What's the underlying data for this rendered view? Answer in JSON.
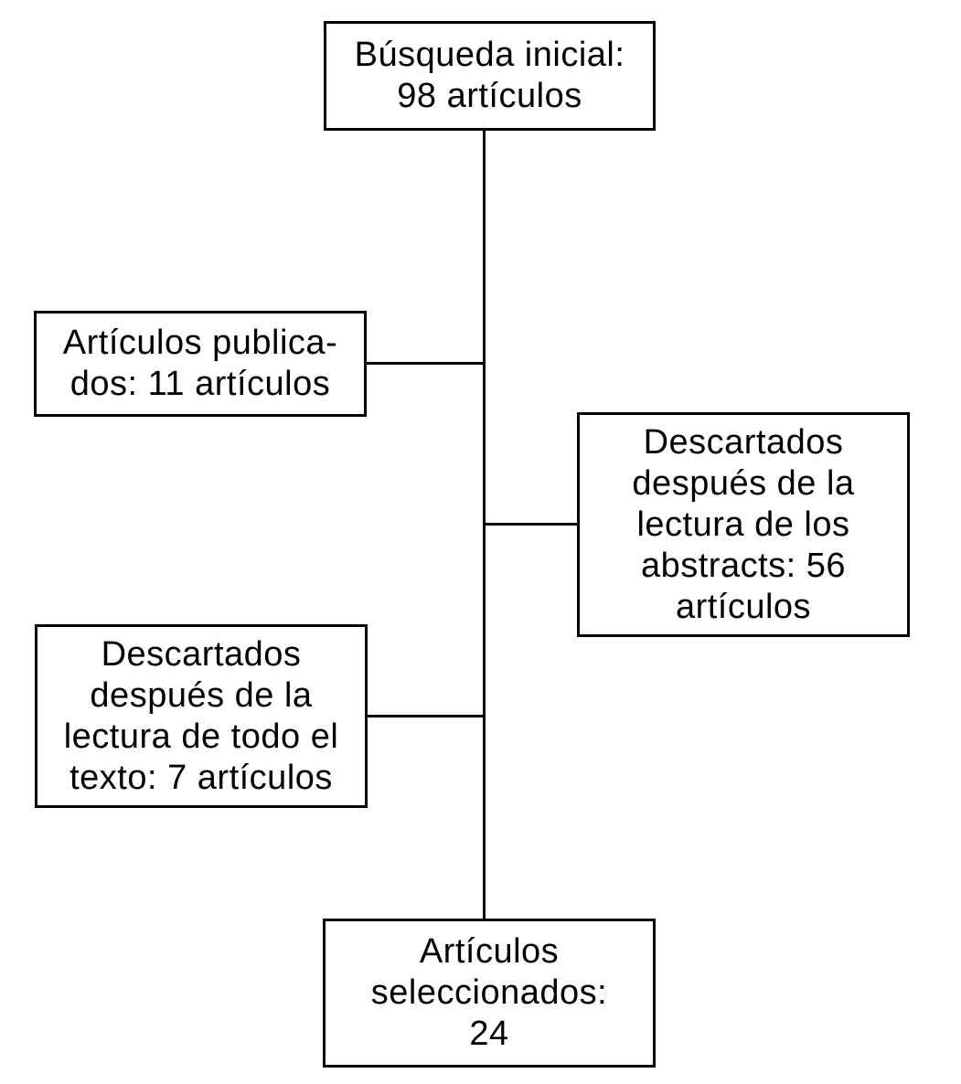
{
  "diagram": {
    "type": "flowchart",
    "background_color": "#ffffff",
    "line_color": "#000000",
    "text_color": "#000000",
    "boxes": {
      "initial_search": {
        "text": "Búsqueda inicial: 98 artículos",
        "count": 98,
        "lines": [
          "Búsqueda inicial:",
          "98 artículos"
        ]
      },
      "published": {
        "text": "Artículos publicados: 11 artículos",
        "count": 11,
        "lines": [
          "Artículos publica-",
          "dos: 11 artículos"
        ]
      },
      "discarded_abstracts": {
        "text": "Descartados después de la lectura de los abstracts: 56 artículos",
        "count": 56,
        "lines": [
          "Descartados",
          "después de la",
          "lectura de los",
          "abstracts: 56",
          "artículos"
        ]
      },
      "discarded_full_text": {
        "text": "Descartados después de la lectura de todo el texto: 7 artículos",
        "count": 7,
        "lines": [
          "Descartados",
          "después de la",
          "lectura de todo el",
          "texto: 7 artículos"
        ]
      },
      "selected": {
        "text": "Artículos seleccionados: 24",
        "count": 24,
        "lines": [
          "Artículos",
          "seleccionados:",
          "24"
        ]
      }
    }
  }
}
